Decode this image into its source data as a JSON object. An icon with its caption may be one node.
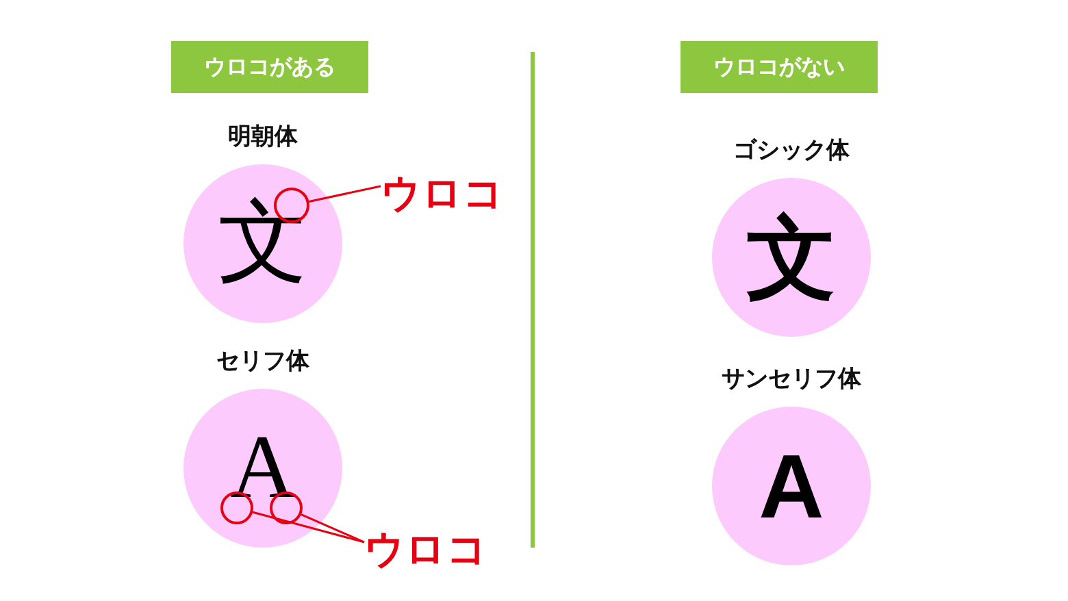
{
  "diagram": {
    "nodes": [
      {
        "text": [
          "ウロコがある"
        ]
      },
      {
        "text": [
          "ウロコがない"
        ]
      },
      {
        "text": [
          "明朝体",
          "文"
        ]
      },
      {
        "text": [
          "セリフ体",
          "A"
        ]
      },
      {
        "text": [
          "ゴシック体",
          "文"
        ]
      },
      {
        "text": [
          "サンセリフ体",
          "A"
        ]
      },
      {
        "text": [
          "ウロコ"
        ]
      },
      {
        "text": [],
        "shape": "circle",
        "in": 2
      },
      {
        "text": [
          "ウロコ"
        ]
      },
      {
        "text": [],
        "shape": "circle",
        "in": 3
      },
      {
        "text": [],
        "shape": "circle",
        "in": 3
      }
    ],
    "edges": [
      {
        "from": 6,
        "to": 7,
        "arrow": "none"
      },
      {
        "from": 8,
        "to": 9,
        "arrow": "none"
      },
      {
        "from": 8,
        "to": 10,
        "arrow": "none"
      }
    ]
  }
}
